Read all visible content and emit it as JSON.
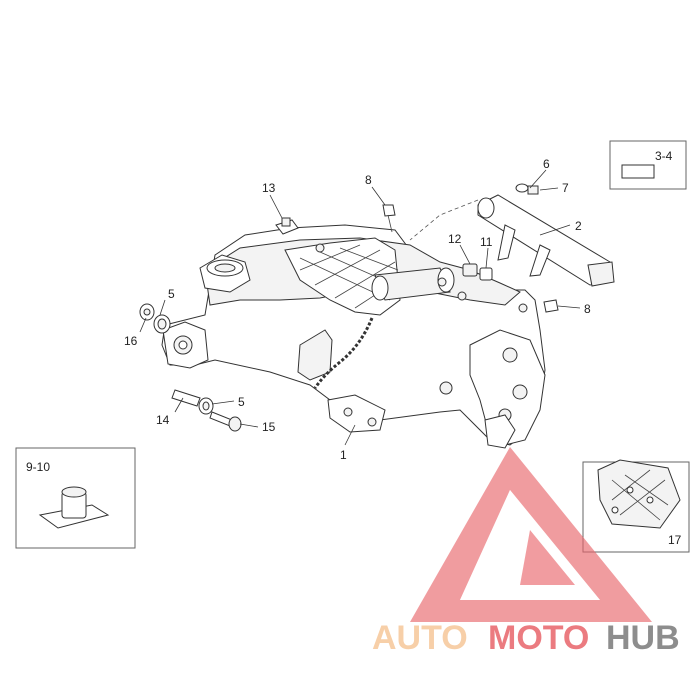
{
  "callouts": {
    "c1": "1",
    "c2": "2",
    "c3_4": "3-4",
    "c5a": "5",
    "c5b": "5",
    "c6": "6",
    "c7": "7",
    "c8a": "8",
    "c8b": "8",
    "c9_10": "9-10",
    "c11": "11",
    "c12": "12",
    "c13": "13",
    "c14": "14",
    "c15": "15",
    "c16": "16",
    "c17": "17"
  },
  "watermark": {
    "part1": "AUTO",
    "part2": "MOTO",
    "part3": "HUB",
    "color_light": "#f6c79a",
    "color_red": "#e8646a",
    "color_gray": "#7a7a7a"
  }
}
